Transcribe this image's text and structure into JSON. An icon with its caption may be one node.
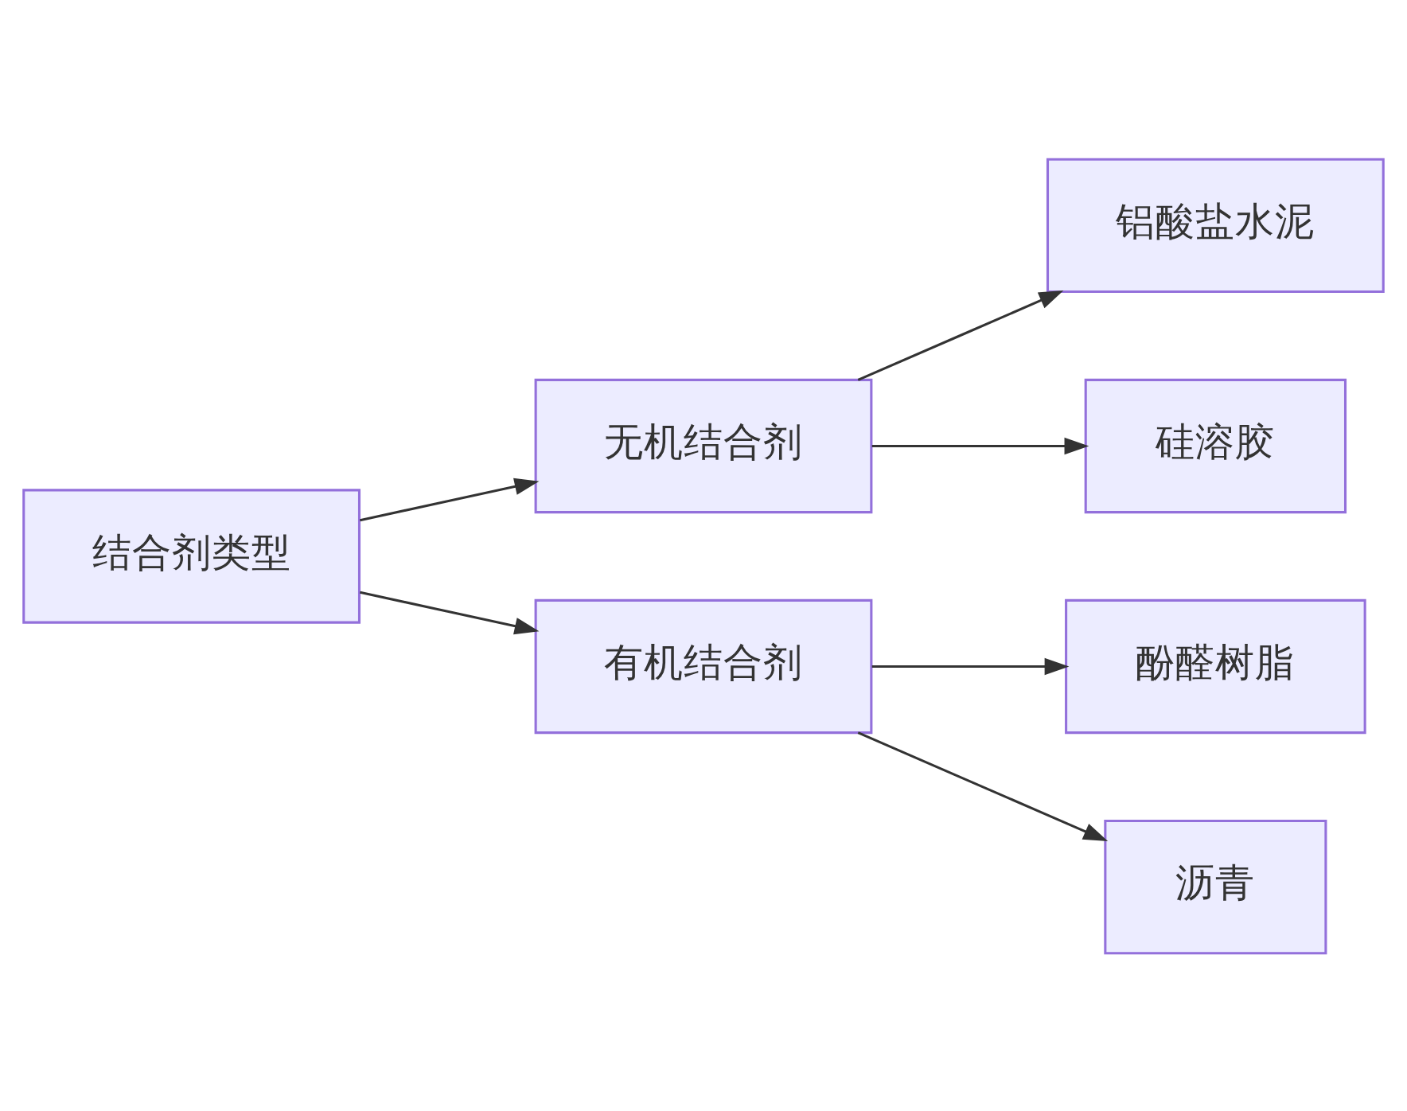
{
  "diagram": {
    "nodes": [
      {
        "text": [
          "结合剂类型"
        ]
      },
      {
        "text": [
          "无机结合剂"
        ]
      },
      {
        "text": [
          "铝酸盐水泥"
        ]
      },
      {
        "text": [
          "硅溶胶"
        ]
      },
      {
        "text": [
          "有机结合剂"
        ]
      },
      {
        "text": [
          "酚醛树脂"
        ]
      },
      {
        "text": [
          "沥青"
        ]
      }
    ],
    "edges": [
      {
        "from": 0,
        "to": 1,
        "arrow": "to"
      },
      {
        "from": 0,
        "to": 4,
        "arrow": "to"
      },
      {
        "from": 1,
        "to": 2,
        "arrow": "to"
      },
      {
        "from": 1,
        "to": 3,
        "arrow": "to"
      },
      {
        "from": 4,
        "to": 5,
        "arrow": "to"
      },
      {
        "from": 4,
        "to": 6,
        "arrow": "to"
      }
    ]
  }
}
